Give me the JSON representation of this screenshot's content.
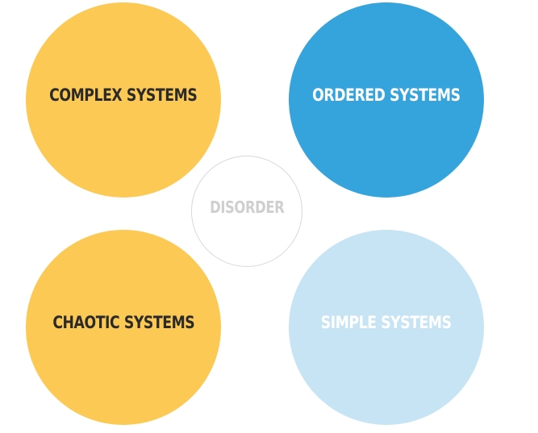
{
  "quadrants": {
    "complex": {
      "label": "COMPLEX SYSTEMS",
      "fill": "#fcc955",
      "text_color": "#2a2a2a"
    },
    "ordered": {
      "label": "ORDERED SYSTEMS",
      "fill": "#35a4dc",
      "text_color": "#ffffff"
    },
    "chaotic": {
      "label": "CHAOTIC SYSTEMS",
      "fill": "#fcc955",
      "text_color": "#2a2a2a"
    },
    "simple": {
      "label": "SIMPLE SYSTEMS",
      "fill": "#c7e4f5",
      "text_color": "#ffffff"
    }
  },
  "center": {
    "label": "DISORDER",
    "fill": "#ffffff",
    "text_color": "#cfcfcf",
    "border": "#d8d8d8"
  }
}
